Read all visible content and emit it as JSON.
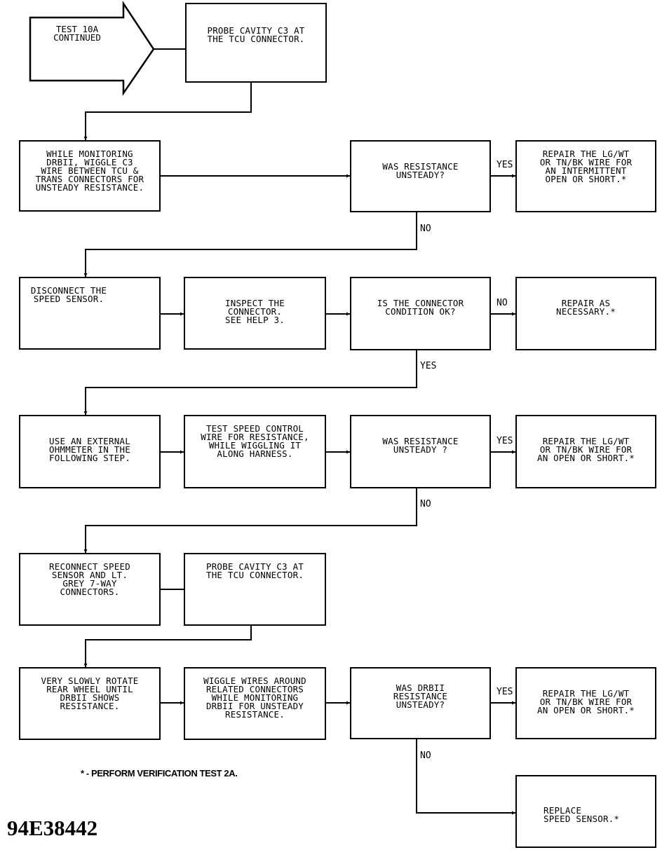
{
  "start": {
    "text": "TEST 10A\nCONTINUED"
  },
  "boxes": {
    "probe1": "PROBE CAVITY C3 AT\nTHE TCU CONNECTOR.",
    "wiggle_c3": "WHILE MONITORING\nDRBII, WIGGLE C3\nWIRE BETWEEN TCU &\nTRANS CONNECTORS FOR\nUNSTEADY RESISTANCE.",
    "q_unsteady1": "WAS RESISTANCE\nUNSTEADY?",
    "repair_intermittent": "REPAIR THE LG/WT\nOR TN/BK WIRE FOR\nAN INTERMITTENT\nOPEN OR SHORT.*",
    "disconnect": "DISCONNECT THE\nSPEED SENSOR.",
    "inspect": "INSPECT THE\nCONNECTOR.\nSEE HELP 3.",
    "q_connector": "IS THE CONNECTOR\nCONDITION OK?",
    "repair_necessary": "REPAIR AS\nNECESSARY.*",
    "ohmmeter": "USE AN EXTERNAL\nOHMMETER IN THE\nFOLLOWING STEP.",
    "test_speed": "TEST SPEED CONTROL\nWIRE FOR RESISTANCE,\nWHILE WIGGLING IT\nALONG HARNESS.",
    "q_unsteady2": "WAS RESISTANCE\nUNSTEADY ?",
    "repair_open1": "REPAIR THE LG/WT\nOR TN/BK WIRE FOR\nAN OPEN OR SHORT.*",
    "reconnect": "RECONNECT SPEED\nSENSOR AND LT.\nGREY 7-WAY\nCONNECTORS.",
    "probe2": "PROBE CAVITY C3 AT\nTHE TCU CONNECTOR.",
    "rotate": "VERY SLOWLY ROTATE\nREAR WHEEL UNTIL\nDRBII SHOWS\nRESISTANCE.",
    "wiggle_related": "WIGGLE WIRES AROUND\nRELATED CONNECTORS\nWHILE MONITORING\nDRBII FOR UNSTEADY\nRESISTANCE.",
    "q_drbii": "WAS DRBII\nRESISTANCE\nUNSTEADY?",
    "repair_open2": "REPAIR THE LG/WT\nOR TN/BK WIRE FOR\nAN OPEN OR SHORT.*",
    "replace": "REPLACE\nSPEED SENSOR.*"
  },
  "labels": {
    "yes1": "YES",
    "no1": "NO",
    "no2": "NO",
    "yes2": "YES",
    "yes3": "YES",
    "no3": "NO",
    "yes4": "YES",
    "no4": "NO"
  },
  "footnote": "* - PERFORM VERIFICATION TEST 2A.",
  "figure_id": "94E38442"
}
